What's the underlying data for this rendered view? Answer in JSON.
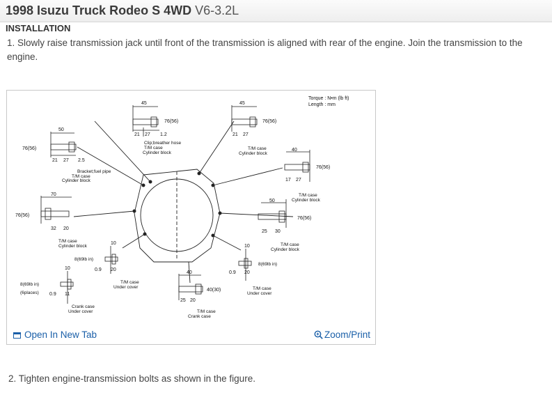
{
  "header": {
    "title": "1998 Isuzu Truck Rodeo S 4WD",
    "engine": "V6-3.2L"
  },
  "section": {
    "heading": "INSTALLATION"
  },
  "steps": [
    "1. Slowly raise transmission jack until front of the transmission is aligned with rear of the engine. Join the transmission to the engine.",
    "2. Tighten engine-transmission bolts as shown in the figure."
  ],
  "figure": {
    "legend_torque": "Torque : N•m (lb ft)",
    "legend_length": "Length : mm",
    "labels": {
      "d45_left": "45",
      "t76_top_left": "76(56)",
      "n21a": "21",
      "n27a": "27",
      "n12": "1.2",
      "clip": "Clip;breather hose",
      "tm_case_a": "T/M case",
      "cyl_a": "Cylinder block",
      "d50_a": "50",
      "t76_left_a": "76(56)",
      "n21b": "21",
      "n27b": "27",
      "n25": "2.5",
      "bracket": "Bracket;fuel pipe",
      "tm_case_b": "T/M case",
      "cyl_b": "Cylinder block",
      "d70": "70",
      "t76_left_b": "76(56)",
      "n32": "32",
      "n20a": "20",
      "tm_case_c": "T/M case",
      "cyl_c": "Cylinder block",
      "d10_a": "10",
      "t8_a": "8(69lb in)",
      "n09a": "0.9",
      "n20b": "20",
      "tm_case_d": "T/M case",
      "under_a": "Under cover",
      "d10_b": "10",
      "t8_b": "8(69lb in)",
      "places": "(6places)",
      "n09b": "0.9",
      "n11": "11",
      "crank_a": "Crank case",
      "under_b": "Under cover",
      "d40_a": "40",
      "t40": "40(30)",
      "n25b": "25",
      "n20c": "20",
      "tm_case_e": "T/M case",
      "crank_b": "Crank case",
      "d45_right": "45",
      "t76_top_right": "76(56)",
      "n21c": "21",
      "n27c": "27",
      "tm_case_f": "T/M case",
      "cyl_f": "Cylinder block",
      "d40_b": "40",
      "t76_right_a": "76(56)",
      "n17": "17",
      "n27d": "27",
      "tm_case_g": "T/M case",
      "cyl_g": "Cylinder block",
      "d50_b": "50",
      "t76_right_b": "76(56)",
      "n25c": "25",
      "n30": "30",
      "tm_case_h": "T/M case",
      "cyl_h": "Cylinder block",
      "d10_c": "10",
      "t8_c": "8(69lb in)",
      "n09c": "0.9",
      "n20d": "20",
      "tm_case_i": "T/M case",
      "under_c": "Under cover"
    }
  },
  "actions": {
    "open_new_tab": "Open In New Tab",
    "zoom_print": "Zoom/Print"
  },
  "colors": {
    "link": "#1a5fa8",
    "title_bar": "#eeeeee"
  }
}
